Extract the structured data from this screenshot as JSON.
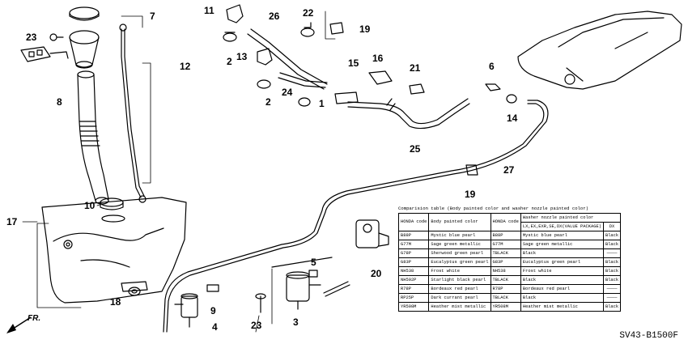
{
  "diagram_code": "SV43-B1500F",
  "direction_label": "FR.",
  "callouts": {
    "c11": "11",
    "c26": "26",
    "c22": "22",
    "c19a": "19",
    "c7": "7",
    "c23a": "23",
    "c2a": "2",
    "c13": "13",
    "c2b": "2",
    "c12": "12",
    "c15": "15",
    "c16": "16",
    "c21": "21",
    "c6": "6",
    "c24": "24",
    "c1": "1",
    "c8": "8",
    "c14": "14",
    "c25": "25",
    "c27": "27",
    "c19b": "19",
    "c10": "10",
    "c17": "17",
    "c20": "20",
    "c5": "5",
    "c18": "18",
    "c9": "9",
    "c23b": "23",
    "c3": "3",
    "c4": "4"
  },
  "table": {
    "title": "Comparision table (Body painted color and washer nozzle painted color)",
    "h_honda_code": "HONDA code",
    "h_body_color": "Body painted color",
    "h_nozzle_group": "Washer nozzle painted color",
    "h_variants": "LX,EX,EXR,SE,DX(VALUE PACKAGE)",
    "h_dx": "DX",
    "rows": [
      {
        "code": "B88P",
        "body": "Mystic blue pearl",
        "ncode": "B88P",
        "ncolor": "Mystic blue pearl",
        "dx": "Black"
      },
      {
        "code": "G77M",
        "body": "Sage green metallic",
        "ncode": "G77M",
        "ncolor": "Sage green metallic",
        "dx": "Black"
      },
      {
        "code": "G78P",
        "body": "Sherwood green pearl",
        "ncode": "TBLACK",
        "ncolor": "Black",
        "dx": "————"
      },
      {
        "code": "G83P",
        "body": "Eucalyptus green pearl",
        "ncode": "G83P",
        "ncolor": "Eucalyptus green pearl",
        "dx": "Black"
      },
      {
        "code": "NH538",
        "body": "Frost white",
        "ncode": "NH538",
        "ncolor": "Frost white",
        "dx": "Black"
      },
      {
        "code": "NH592P",
        "body": "Starlight black pearl",
        "ncode": "TBLACK",
        "ncolor": "Black",
        "dx": "Black"
      },
      {
        "code": "R78P",
        "body": "Bordeaux red pearl",
        "ncode": "R78P",
        "ncolor": "Bordeaux red pearl",
        "dx": "————"
      },
      {
        "code": "RP25P",
        "body": "Dark currant pearl",
        "ncode": "TBLACK",
        "ncolor": "Black",
        "dx": "————"
      },
      {
        "code": "YR508M",
        "body": "Heather mist metallic",
        "ncode": "YR508M",
        "ncolor": "Heather mist metallic",
        "dx": "Black"
      }
    ]
  }
}
